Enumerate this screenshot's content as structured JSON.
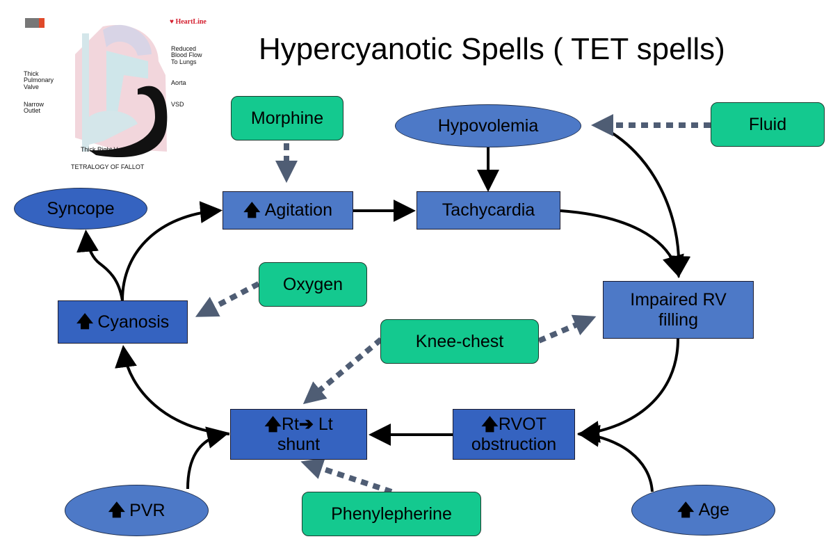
{
  "title": "Hypercyanotic Spells ( TET spells)",
  "illustration": {
    "caption": "TETRALOGY OF FALLOT",
    "brand": "HeartLine",
    "labels": {
      "reduced_flow": "Reduced\nBlood Flow\nTo Lungs",
      "thick_valve": "Thick\nPulmonary\nValve",
      "aorta": "Aorta",
      "narrow_outlet": "Narrow\nOutlet",
      "vsd": "VSD",
      "thick_rv": "Thick Right Ventricle"
    }
  },
  "nodes": {
    "morphine": "Morphine",
    "hypovolemia": "Hypovolemia",
    "fluid": "Fluid",
    "syncope": "Syncope",
    "agitation": "Agitation",
    "tachycardia": "Tachycardia",
    "oxygen": "Oxygen",
    "impaired_rv_line1": "Impaired RV",
    "impaired_rv_line2": "filling",
    "cyanosis": "Cyanosis",
    "knee_chest": "Knee-chest",
    "shunt_line1": "Rt",
    "shunt_arrow": "➔",
    "shunt_line1b": " Lt",
    "shunt_line2": "shunt",
    "rvot_line1": "RVOT",
    "rvot_line2": "obstruction",
    "pvr": "PVR",
    "phenylepherine": "Phenylepherine",
    "age": "Age"
  },
  "up_arrow": "🡅",
  "colors": {
    "cause_blue": "#4d79c7",
    "cause_dark_blue": "#3563c0",
    "treatment_green": "#14c98f",
    "treatment_arrow": "#4f5d74"
  },
  "edges": [
    {
      "from": "morphine",
      "to": "agitation",
      "style": "dashed"
    },
    {
      "from": "hypovolemia",
      "to": "tachycardia",
      "style": "solid"
    },
    {
      "from": "fluid",
      "to": "hypovolemia",
      "style": "dashed"
    },
    {
      "from": "hypovolemia",
      "to": "impaired_rv",
      "style": "solid"
    },
    {
      "from": "agitation",
      "to": "tachycardia",
      "style": "solid"
    },
    {
      "from": "tachycardia",
      "to": "impaired_rv",
      "style": "solid"
    },
    {
      "from": "impaired_rv",
      "to": "rvot",
      "style": "solid"
    },
    {
      "from": "age",
      "to": "rvot",
      "style": "solid"
    },
    {
      "from": "rvot",
      "to": "shunt",
      "style": "solid"
    },
    {
      "from": "pvr",
      "to": "shunt",
      "style": "solid"
    },
    {
      "from": "shunt",
      "to": "cyanosis",
      "style": "solid"
    },
    {
      "from": "cyanosis",
      "to": "agitation",
      "style": "solid"
    },
    {
      "from": "cyanosis",
      "to": "syncope",
      "style": "solid"
    },
    {
      "from": "oxygen",
      "to": "cyanosis",
      "style": "dashed"
    },
    {
      "from": "knee_chest",
      "to": "impaired_rv",
      "style": "dashed"
    },
    {
      "from": "knee_chest",
      "to": "shunt",
      "style": "dashed"
    },
    {
      "from": "phenylepherine",
      "to": "shunt",
      "style": "dashed"
    }
  ]
}
